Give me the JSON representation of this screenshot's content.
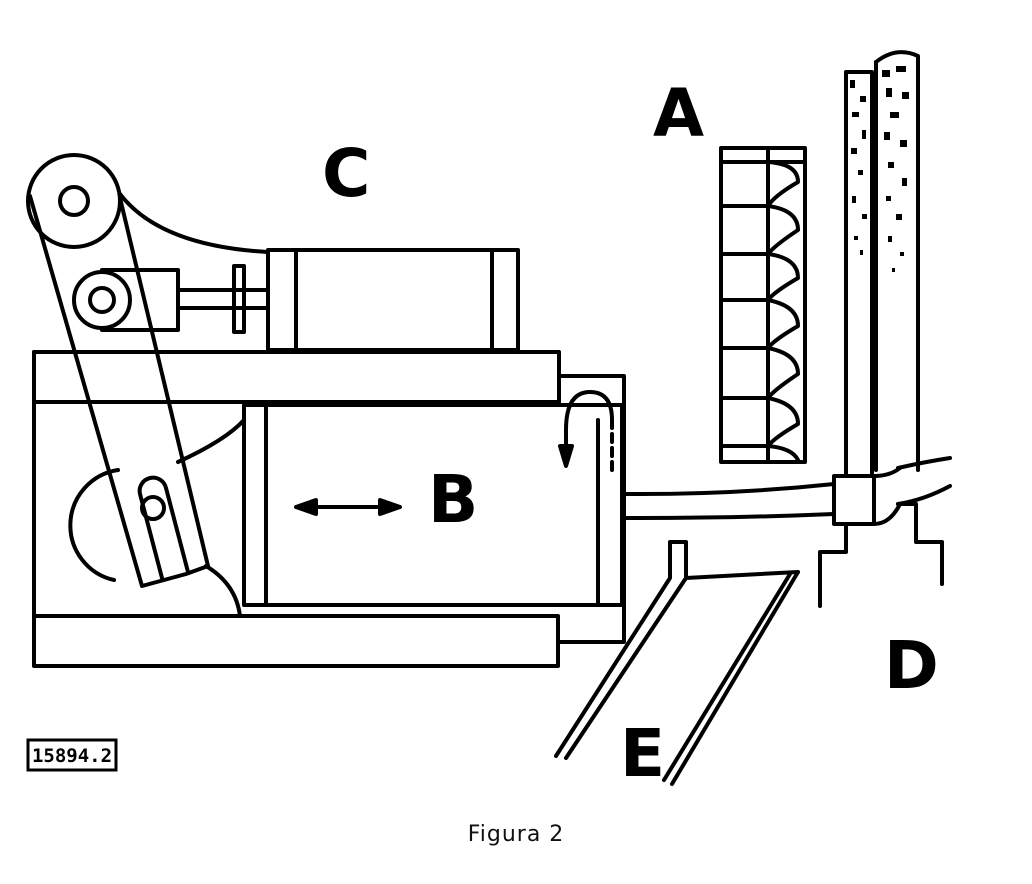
{
  "labels": {
    "A": "A",
    "B": "B",
    "C": "C",
    "D": "D",
    "E": "E"
  },
  "stamp": "15894.2",
  "caption": "Figura 2",
  "colors": {
    "ink": "#000000",
    "paper": "#ffffff"
  }
}
